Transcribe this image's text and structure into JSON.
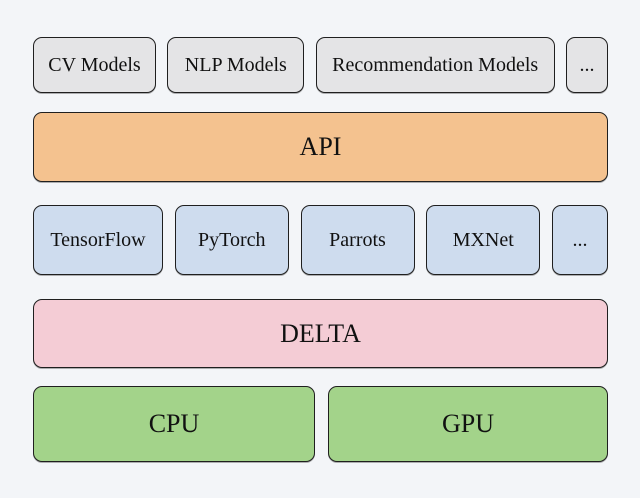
{
  "colors": {
    "background": "#f3f5f8",
    "model_box": "#e4e4e6",
    "api_band": "#f4c28f",
    "framework_box": "#cedcee",
    "delta_band": "#f4ccd5",
    "hardware_box": "#a3d38a",
    "border": "#1f1f1f",
    "text": "#111111"
  },
  "layers": {
    "models": {
      "items": [
        "CV Models",
        "NLP Models",
        "Recommendation Models",
        "..."
      ]
    },
    "api": {
      "label": "API"
    },
    "frameworks": {
      "items": [
        "TensorFlow",
        "PyTorch",
        "Parrots",
        "MXNet",
        "..."
      ]
    },
    "delta": {
      "label": "DELTA"
    },
    "hardware": {
      "items": [
        "CPU",
        "GPU"
      ]
    }
  }
}
